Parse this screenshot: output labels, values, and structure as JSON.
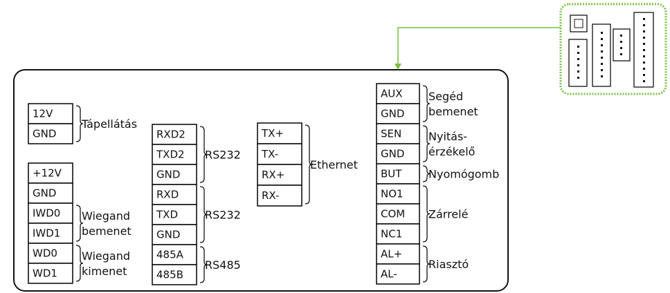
{
  "colors": {
    "accent": "#7ac043",
    "line": "#111111",
    "background": "#ffffff"
  },
  "blocks": [
    {
      "name": "power",
      "pins": [
        "12V",
        "GND"
      ],
      "groups": [
        {
          "label": [
            "Tápellátás"
          ],
          "from": 0,
          "to": 1
        }
      ]
    },
    {
      "name": "wiegand",
      "pins": [
        "+12V",
        "GND",
        "IWD0",
        "IWD1",
        "WD0",
        "WD1"
      ],
      "groups": [
        {
          "label": [
            "Wiegand",
            "bemenet"
          ],
          "from": 2,
          "to": 3
        },
        {
          "label": [
            "Wiegand",
            "kimenet"
          ],
          "from": 4,
          "to": 5
        }
      ]
    },
    {
      "name": "serial",
      "pins": [
        "RXD2",
        "TXD2",
        "GND",
        "RXD",
        "TXD",
        "GND",
        "485A",
        "485B"
      ],
      "groups": [
        {
          "label": [
            "RS232"
          ],
          "from": 0,
          "to": 2
        },
        {
          "label": [
            "RS232"
          ],
          "from": 3,
          "to": 5
        },
        {
          "label": [
            "RS485"
          ],
          "from": 6,
          "to": 7
        }
      ]
    },
    {
      "name": "ethernet",
      "pins": [
        "TX+",
        "TX-",
        "RX+",
        "RX-"
      ],
      "groups": [
        {
          "label": [
            "Ethernet"
          ],
          "from": 0,
          "to": 3
        }
      ]
    },
    {
      "name": "control",
      "pins": [
        "AUX",
        "GND",
        "SEN",
        "GND",
        "BUT",
        "NO1",
        "COM",
        "NC1",
        "AL+",
        "AL-"
      ],
      "groups": [
        {
          "label": [
            "Segéd",
            "bemenet"
          ],
          "from": 0,
          "to": 1
        },
        {
          "label": [
            "Nyitás-",
            "érzékelő"
          ],
          "from": 2,
          "to": 3
        },
        {
          "label": [
            "Nyomógomb"
          ],
          "from": 4,
          "to": 4
        },
        {
          "label": [
            "Zárrelé"
          ],
          "from": 5,
          "to": 7
        },
        {
          "label": [
            "Riasztó"
          ],
          "from": 8,
          "to": 9
        }
      ]
    }
  ]
}
